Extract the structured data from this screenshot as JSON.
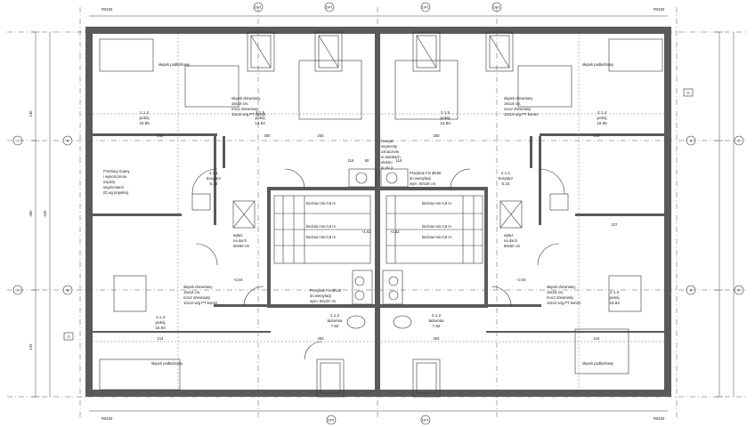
{
  "level_labels": {
    "top_left": "R0100",
    "top_right": "R0100",
    "bottom_left": "R0100",
    "bottom_right": "R0100"
  },
  "axis_bubbles": {
    "top": [
      "DP1",
      "DP1",
      "DP1",
      "DP1"
    ],
    "bottom": [
      "DP1",
      "DP1"
    ],
    "left": [
      "A",
      "B",
      "C",
      "D"
    ],
    "right": [
      "A",
      "B",
      "C",
      "D"
    ],
    "side_marks": [
      "11",
      "11"
    ]
  },
  "rooms": [
    {
      "id": "1.1.4",
      "name": "pokój",
      "area": "10.85"
    },
    {
      "id": "1.1.5",
      "name": "pokój",
      "area": "13.84"
    },
    {
      "id": "2.1.5",
      "name": "pokój",
      "area": "13.84"
    },
    {
      "id": "2.1.4",
      "name": "pokój",
      "area": "10.85"
    },
    {
      "id": "1.1.1",
      "name": "korytarz",
      "area": "5.23"
    },
    {
      "id": "2.1.1",
      "name": "korytarz",
      "area": "5.23"
    },
    {
      "id": "1.1.3",
      "name": "pokój",
      "area": "16.84"
    },
    {
      "id": "1.1.2",
      "name": "łazienka",
      "area": "7.82"
    },
    {
      "id": "2.1.2",
      "name": "łazienka",
      "area": "7.82"
    },
    {
      "id": "2.1.3",
      "name": "pokój",
      "area": "16.84"
    }
  ],
  "notes": {
    "sill": "słupek podłażkowy",
    "beam": [
      "słupek drewniany",
      "16x16 cm,",
      "mocz drewniany",
      "10x10 w/g PT konstr."
    ],
    "stairs": "bieżnia min.0,8 m",
    "opening": [
      "wyłaz",
      "na dach",
      "60x60 cm"
    ],
    "center_note": [
      "Uwaga:",
      "segmenty",
      "oznaczone",
      "w widokach",
      "elektro",
      "w osi 3"
    ],
    "wall_note": [
      "Przebieg ściany",
      "i wykończenia",
      "między",
      "segmentami",
      "(D,wg projektu)"
    ],
    "vent_top": [
      "Przejście Fin Ø160",
      "do wentylacji",
      "wym. 50x30 cm"
    ],
    "vent_bottom": [
      "Przejście Fin Ø140",
      "do wentylacji",
      "wym. 50x30 cm"
    ],
    "lvl_a": "+1.52",
    "lvl_b": "+2.04"
  },
  "dims": {
    "top": [
      "214",
      "250",
      "263",
      "250",
      "214"
    ],
    "mid": [
      "116",
      "50",
      "116"
    ],
    "bottom": [
      "214",
      "263",
      "263",
      "214"
    ],
    "side": [
      "130",
      "460",
      "625",
      "125",
      "227"
    ]
  }
}
